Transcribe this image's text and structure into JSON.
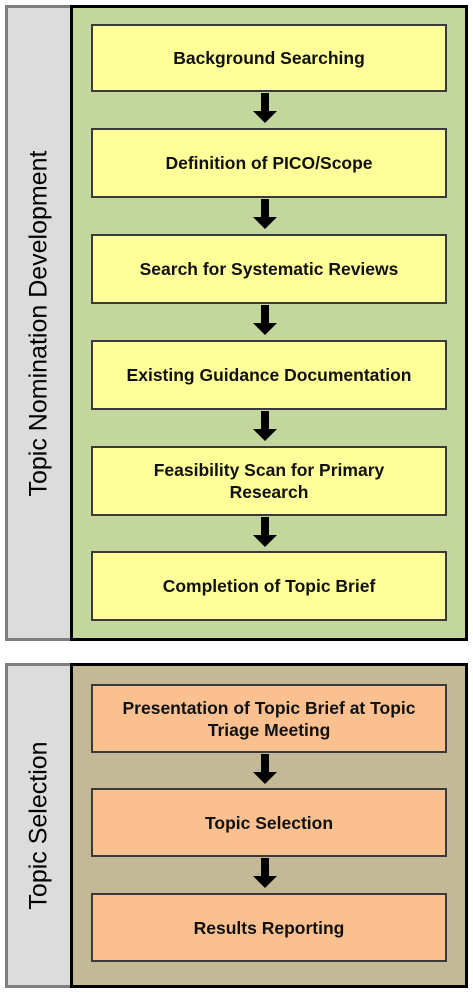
{
  "colors": {
    "section1_bg": "#c3d69b",
    "section2_bg": "#c4b996",
    "step1_fill": "#ffff99",
    "step2_fill": "#fac090",
    "side_bg": "#dcdcdc",
    "side_border": "#7f7f7f",
    "arrow": "#000000"
  },
  "sections": [
    {
      "label": "Topic Nomination Development",
      "steps": [
        "Background Searching",
        "Definition of PICO/Scope",
        "Search for Systematic Reviews",
        "Existing Guidance Documentation",
        "Feasibility Scan for Primary Research",
        "Completion of Topic Brief"
      ]
    },
    {
      "label": "Topic Selection",
      "steps": [
        "Presentation of Topic Brief at Topic Triage Meeting",
        "Topic Selection",
        "Results Reporting"
      ]
    }
  ],
  "arrow_icon": "down-arrow-icon"
}
